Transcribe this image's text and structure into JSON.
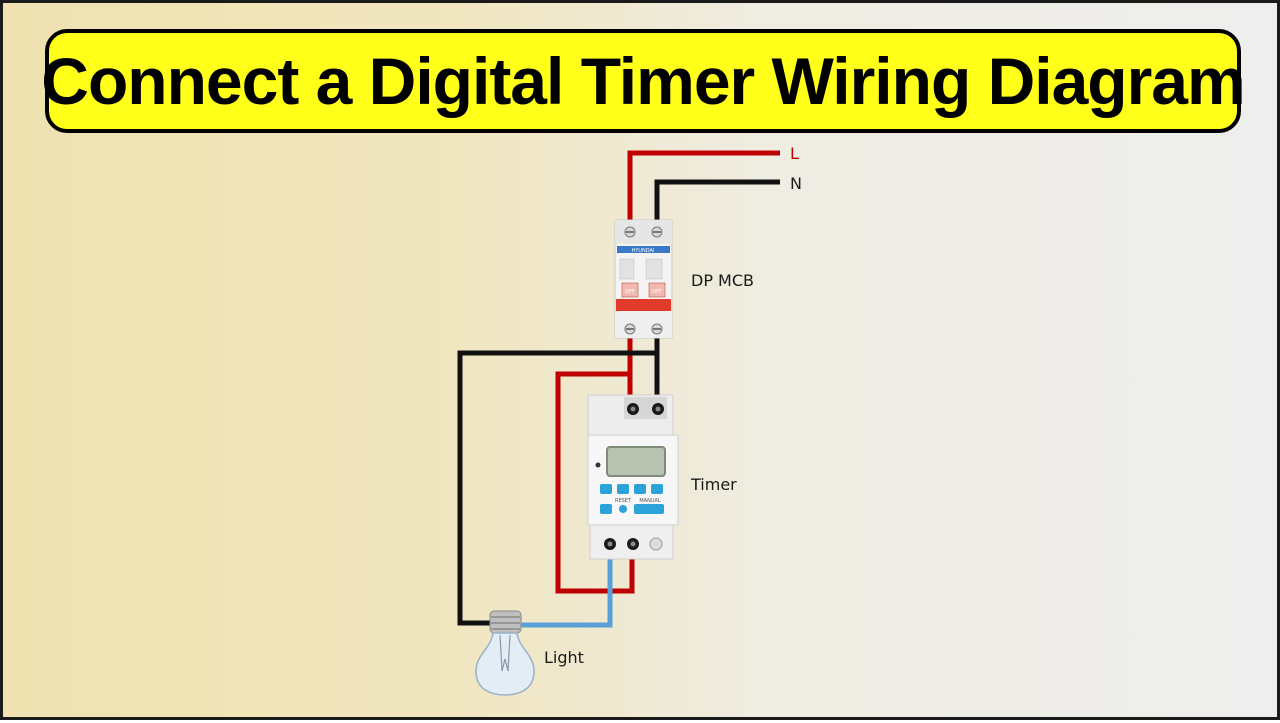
{
  "title": "Connect a Digital Timer Wiring Diagram",
  "labels": {
    "line": "L",
    "neutral": "N",
    "mcb": "DP MCB",
    "timer": "Timer",
    "light": "Light"
  },
  "components": {
    "mcb": {
      "brand": "HYUNDAI",
      "switch_state": "OFF"
    },
    "timer": {
      "button_labels": [
        "RESET",
        "MANUAL"
      ]
    }
  },
  "colors": {
    "live_wire": "#c00000",
    "neutral_wire": "#111111",
    "load_wire": "#5aa0d8",
    "title_bg": "#ffff1a",
    "mcb_handle": "#e03a2a",
    "timer_button": "#2ba3d8"
  }
}
